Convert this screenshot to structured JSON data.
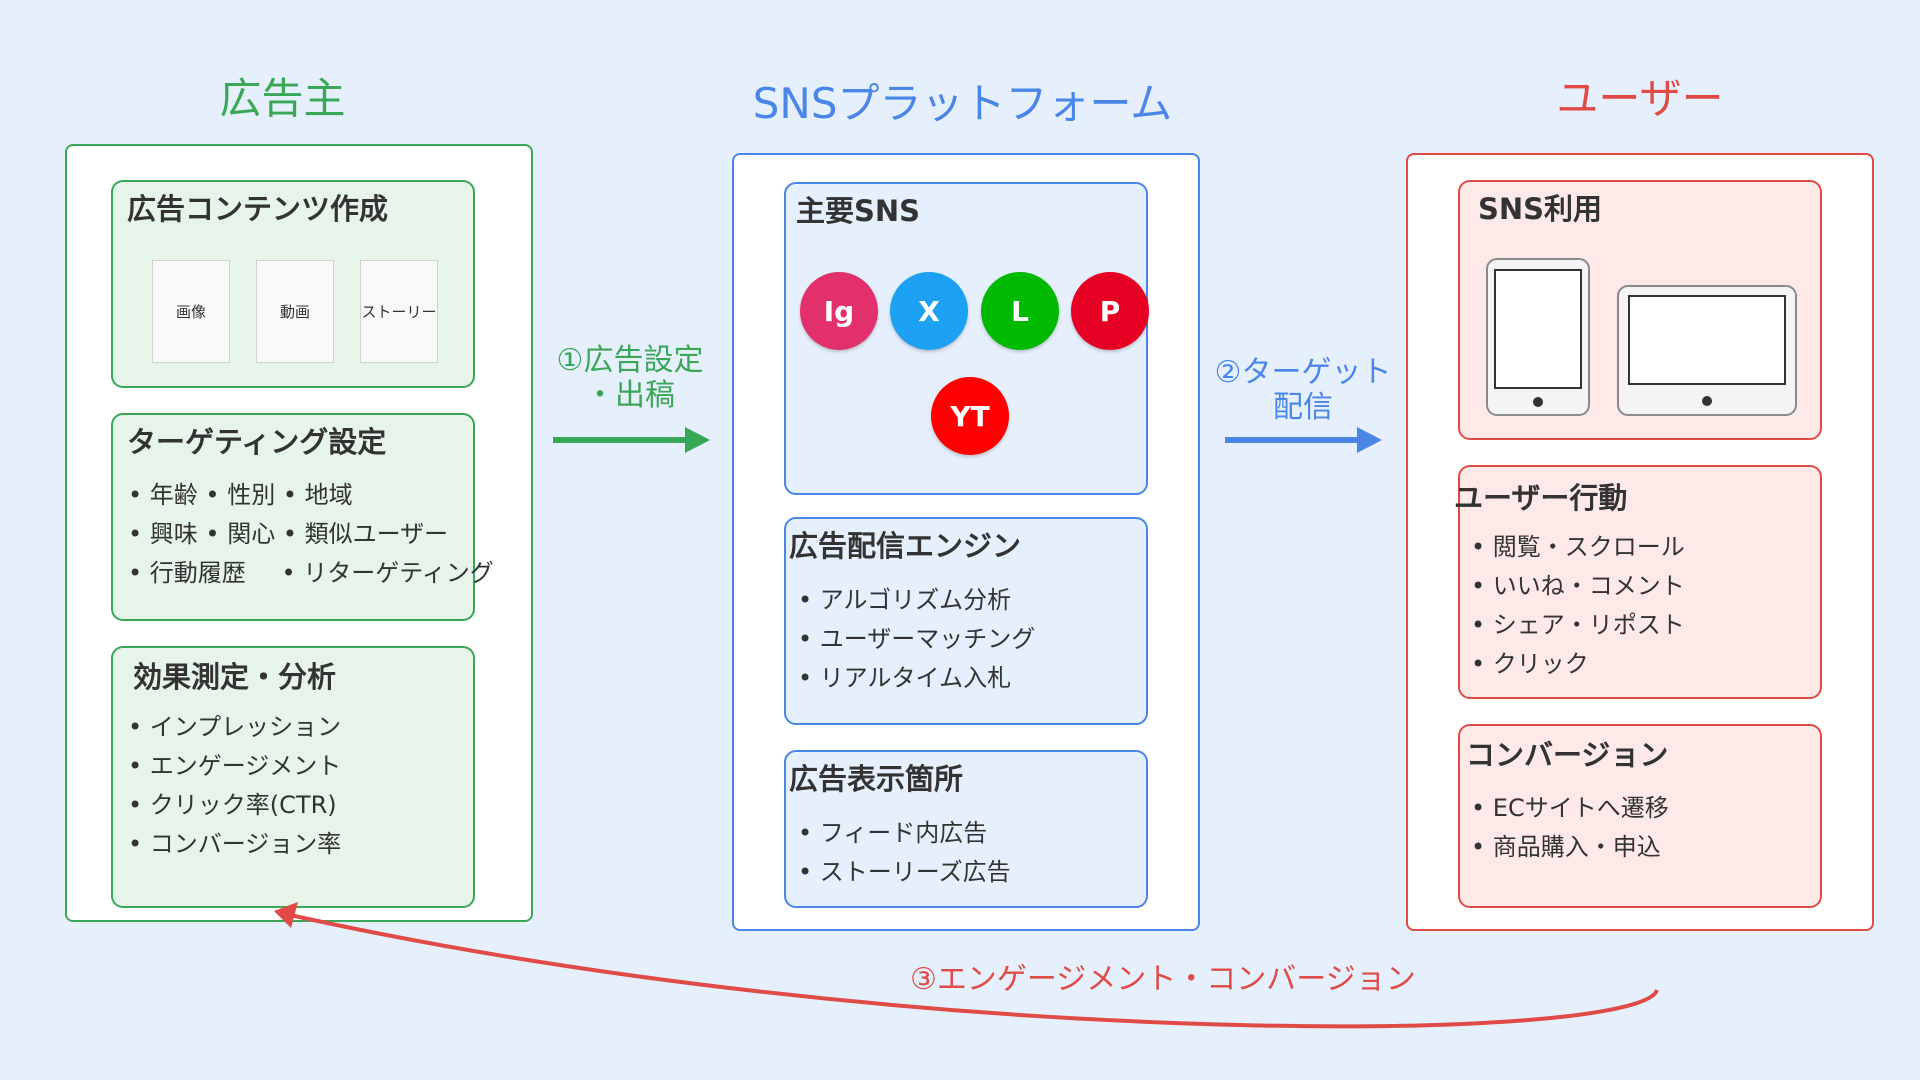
{
  "colors": {
    "background": "#e6f0fc",
    "advertiser": "#3aa657",
    "advertiser_fill": "#e6f4ea",
    "platform": "#4a86e8",
    "platform_fill": "#e6f0fc",
    "user": "#e04b47",
    "user_fill": "#fde9e7"
  },
  "columns": {
    "advertiser_title": "広告主",
    "platform_title": "SNSプラットフォーム",
    "user_title": "ユーザー"
  },
  "advertiser": {
    "content": {
      "title": "広告コンテンツ作成",
      "cards": [
        "画像",
        "動画",
        "ストーリー"
      ]
    },
    "targeting": {
      "title": "ターゲティング設定",
      "rows": [
        [
          "• 年齢 • 性別 • 地域"
        ],
        [
          "• 興味 • 関心 • 類似ユーザー"
        ],
        [
          "• 行動履歴",
          "• リターゲティング"
        ]
      ]
    },
    "analysis": {
      "title": "効果測定・分析",
      "items": [
        "• インプレッション",
        "• エンゲージメント",
        "• クリック率(CTR)",
        "• コンバージョン率"
      ]
    }
  },
  "platform": {
    "sns": {
      "title": "主要SNS",
      "icons": [
        {
          "label": "Ig",
          "color": "#e1306c"
        },
        {
          "label": "X",
          "color": "#1da1f2"
        },
        {
          "label": "L",
          "color": "#00b900"
        },
        {
          "label": "P",
          "color": "#e60023"
        },
        {
          "label": "YT",
          "color": "#ff0000"
        }
      ]
    },
    "engine": {
      "title": "広告配信エンジン",
      "items": [
        "• アルゴリズム分析",
        "• ユーザーマッチング",
        "• リアルタイム入札"
      ]
    },
    "placement": {
      "title": "広告表示箇所",
      "items": [
        "• フィード内広告",
        "• ストーリーズ広告"
      ]
    }
  },
  "user": {
    "usage": {
      "title": "SNS利用",
      "devices": [
        "phone-device",
        "tablet-device"
      ]
    },
    "behavior": {
      "title": "ユーザー行動",
      "items": [
        "• 閲覧・スクロール",
        "• いいね・コメント",
        "• シェア・リポスト",
        "• クリック"
      ]
    },
    "conversion": {
      "title": "コンバージョン",
      "items": [
        "• ECサイトへ遷移",
        "• 商品購入・申込"
      ]
    }
  },
  "flows": {
    "step1_line1": "①広告設定",
    "step1_line2": "・出稿",
    "step2_line1": "②ターゲット",
    "step2_line2": "配信",
    "step3": "③エンゲージメント・コンバージョン"
  }
}
